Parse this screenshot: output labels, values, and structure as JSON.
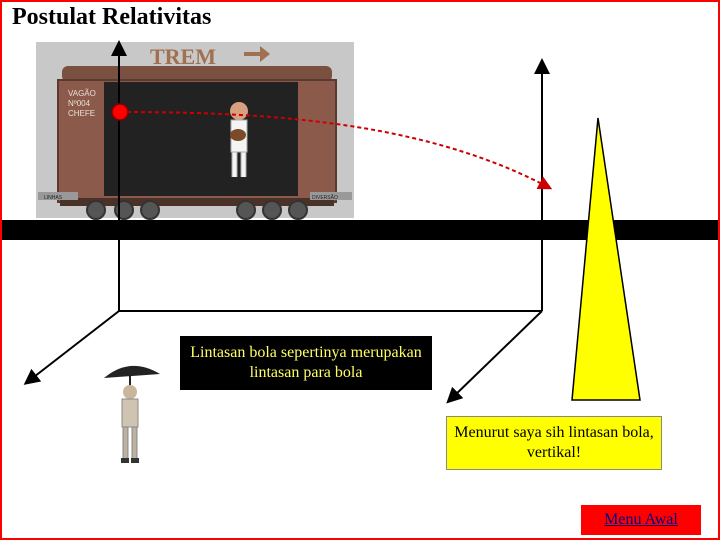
{
  "title": "Postulat Relativitas",
  "train": {
    "banner": "TREM",
    "plate_line1": "VAGÃO",
    "plate_line2": "Nº004",
    "plate_line3": "CHEFE",
    "left_sign": "LINHAS",
    "right_sign": "DIVERSÃO"
  },
  "captions": {
    "inside_observer": "Lintasan bola sepertinya merupakan lintasan para bola",
    "outside_observer": "Menurut saya sih lintasan bola, vertikal!"
  },
  "menu": {
    "label": "Menu Awal"
  },
  "colors": {
    "frame": "#ff0000",
    "ball": "#ff0000",
    "path": "#cc0000",
    "cone": "#ffff00",
    "caption_dark_bg": "#000000",
    "caption_dark_text": "#ffff66",
    "menu_bg": "#ff0000",
    "menu_text": "#000080"
  }
}
